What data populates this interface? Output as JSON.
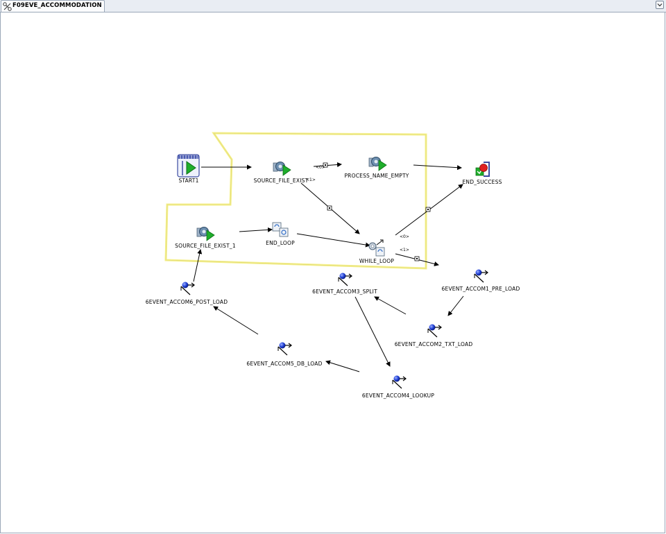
{
  "tab": {
    "title": "F09EVE_ACCOMMODATION"
  },
  "nodes": {
    "start": {
      "label": "START1"
    },
    "source_file_exist": {
      "label": "SOURCE_FILE_EXIST"
    },
    "process_name_empty": {
      "label": "PROCESS_NAME_EMPTY"
    },
    "end_success": {
      "label": "END_SUCCESS"
    },
    "source_file_exist_1": {
      "label": "SOURCE_FILE_EXIST_1"
    },
    "end_loop": {
      "label": "END_LOOP"
    },
    "while_loop": {
      "label": "WHILE_LOOP"
    },
    "event_accom1": {
      "label": "6EVENT_ACCOM1_PRE_LOAD"
    },
    "event_accom2": {
      "label": "6EVENT_ACCOM2_TXT_LOAD"
    },
    "event_accom3": {
      "label": "6EVENT_ACCOM3_SPLIT"
    },
    "event_accom4": {
      "label": "6EVENT_ACCOM4_LOOKUP"
    },
    "event_accom5": {
      "label": "6EVENT_ACCOM5_DB_LOAD"
    },
    "event_accom6": {
      "label": "6EVENT_ACCOM6_POST_LOAD"
    }
  },
  "conditions": {
    "c0_top": "<0>",
    "c1_top": "<1>",
    "c0_right": "<0>",
    "c1_right": "<1>"
  },
  "colors": {
    "selection": "#f5f08a",
    "arrow": "#000000",
    "event_ball": "#1f3fd6"
  }
}
